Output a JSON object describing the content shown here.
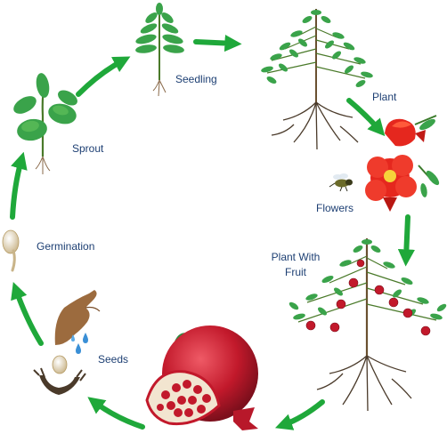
{
  "stages": {
    "seedling": "Seedling",
    "plant": "Plant",
    "flowers": "Flowers",
    "fruit_line1": "Plant With",
    "fruit_line2": "Fruit",
    "seeds": "Seeds",
    "germination": "Germination",
    "sprout": "Sprout"
  },
  "colors": {
    "arrow": "#1fa83a",
    "label": "#1d3f73",
    "leaf": "#3aa34a",
    "flower": "#e5271e",
    "fruit": "#c2192b",
    "root": "#4a3a2a"
  }
}
